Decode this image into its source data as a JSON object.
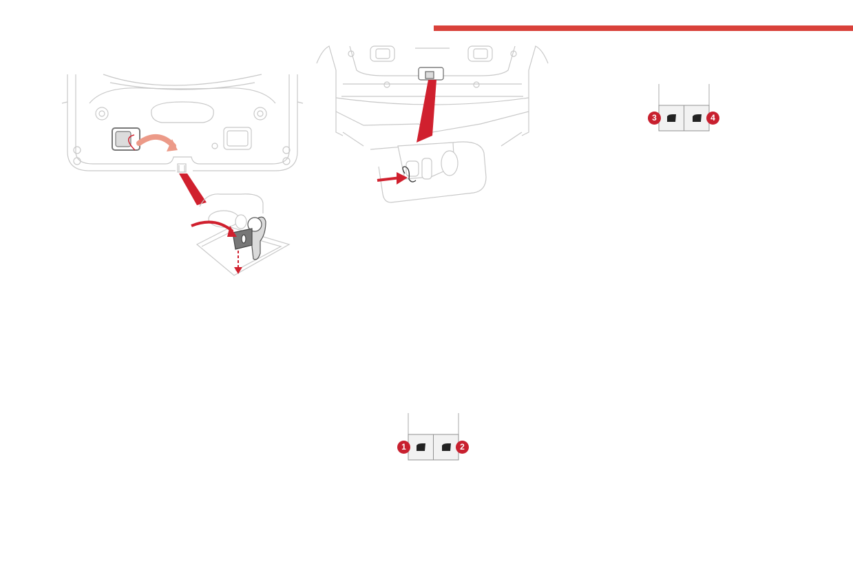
{
  "colors": {
    "accent": "#d9413a",
    "arrow": "#d0202e",
    "badge": "#c8202f",
    "line": "#c8c8c8"
  },
  "figures": {
    "left": {
      "icon": "tailgate-manual-unlock-illustration"
    },
    "middle": {
      "icon": "tailgate-latch-illustration"
    }
  },
  "switch_panels": [
    {
      "icon": "rear-window-switch-panel",
      "buttons": [
        {
          "number": "1"
        },
        {
          "number": "2"
        }
      ]
    },
    {
      "icon": "rear-window-switch-panel",
      "buttons": [
        {
          "number": "3"
        },
        {
          "number": "4"
        }
      ]
    }
  ]
}
